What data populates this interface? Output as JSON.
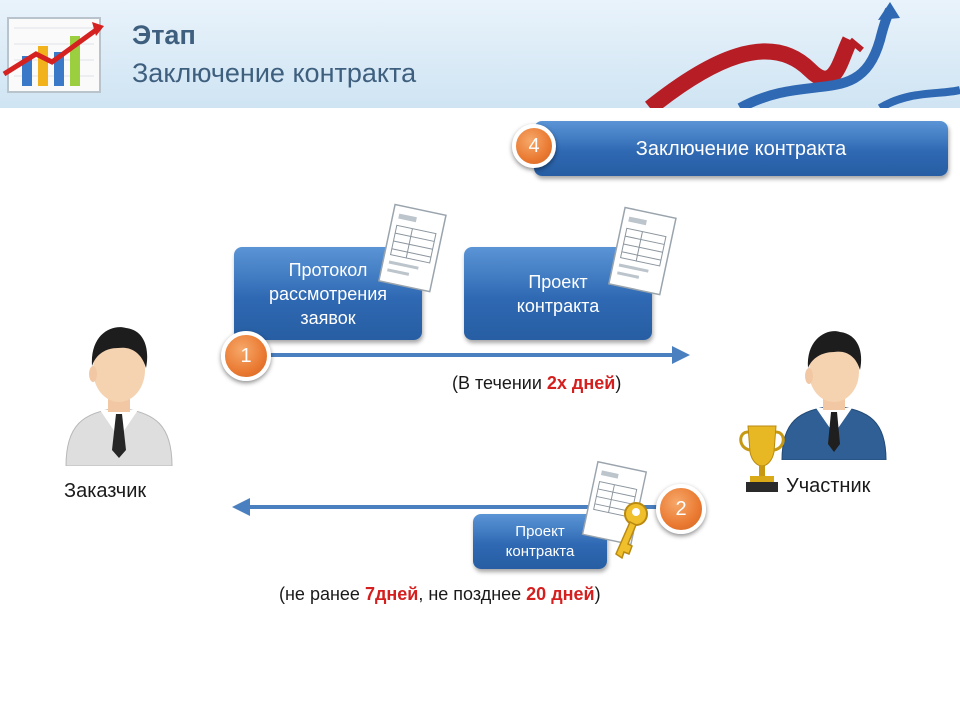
{
  "header": {
    "title": "Этап",
    "subtitle": "Заключение контракта"
  },
  "step4": {
    "number": "4",
    "label": "Заключение контракта"
  },
  "step1": {
    "number": "1",
    "doc1_label": "Протокол рассмотрения заявок",
    "doc2_label": "Проект контракта",
    "term": {
      "prefix": "(В течении ",
      "highlight": "2х дней",
      "suffix": ")"
    }
  },
  "step2": {
    "number": "2",
    "doc_label": "Проект контракта",
    "term": {
      "prefix": "(не ранее ",
      "highlight1": "7дней",
      "middle": ", не позднее ",
      "highlight2": "20 дней",
      "suffix": ")"
    }
  },
  "actors": {
    "customer": "Заказчик",
    "participant": "Участник"
  },
  "colors": {
    "box_blue": "#2f69b3",
    "badge_orange": "#ea7a32",
    "arrow_blue": "#4a7fc0",
    "highlight_red": "#d51f1f"
  },
  "icons": [
    "chart-logo-icon",
    "document-icon",
    "key-icon",
    "trophy-icon",
    "person-icon"
  ]
}
